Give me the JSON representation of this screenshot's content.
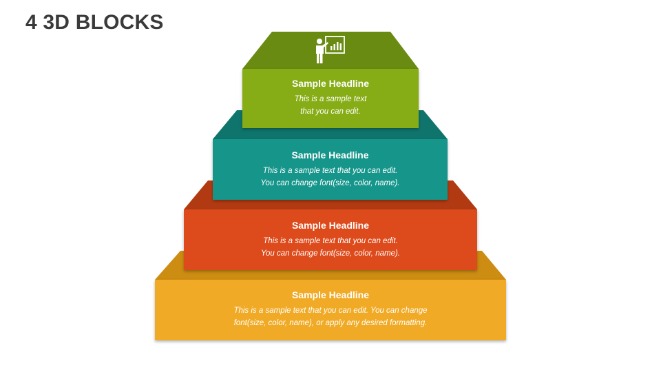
{
  "title": "4 3D BLOCKS",
  "blocks": [
    {
      "headline": "Sample Headline",
      "line1": "This is a sample text",
      "line2": "that you can edit.",
      "front_color": "#86AC14",
      "top_color": "#6A8B11"
    },
    {
      "headline": "Sample Headline",
      "line1": "This is a sample text that you can edit.",
      "line2": "You can change font(size, color, name).",
      "front_color": "#15958A",
      "top_color": "#0F746B"
    },
    {
      "headline": "Sample Headline",
      "line1": "This is a sample text that you can edit.",
      "line2": "You can change font(size, color, name).",
      "front_color": "#DD4B1A",
      "top_color": "#B23A12"
    },
    {
      "headline": "Sample Headline",
      "line1": "This is a sample text that you can edit. You can change",
      "line2": "font(size, color, name), or apply any desired formatting.",
      "front_color": "#F0AA28",
      "top_color": "#CD8D12"
    }
  ],
  "icon": {
    "name": "presenter-chart-icon"
  }
}
